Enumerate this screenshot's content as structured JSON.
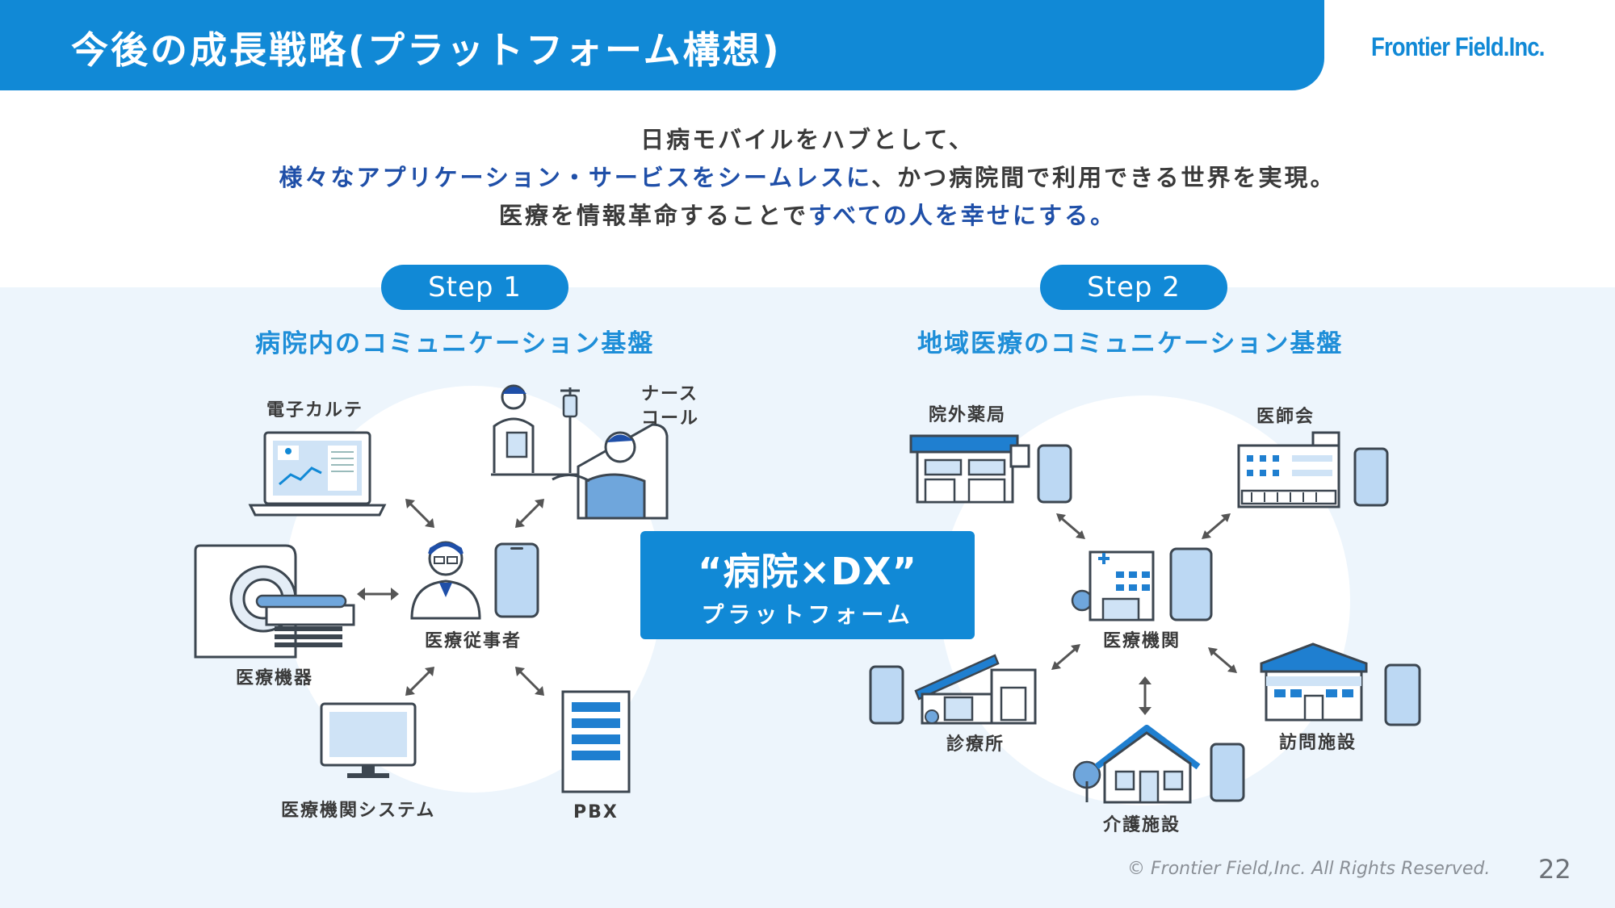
{
  "header": {
    "title": "今後の成長戦略(プラットフォーム構想)"
  },
  "logo": {
    "text": "Frontier Field.Inc."
  },
  "intro": {
    "line1": "日病モバイルをハブとして、",
    "line2_em": "様々なアプリケーション・サービスをシームレスに",
    "line2_rest": "、かつ病院間で利用できる世界を実現。",
    "line3_start": "医療を情報革命することで",
    "line3_em": "すべての人を幸せにする。"
  },
  "step1": {
    "pill": "Step 1",
    "subtitle": "病院内のコミュニケーション基盤",
    "nodes": {
      "ehr": "電子カルテ",
      "nurse_call": "ナース\nコール",
      "staff": "医療従事者",
      "equipment": "医療機器",
      "system": "医療機関システム",
      "pbx": "PBX"
    }
  },
  "step2": {
    "pill": "Step 2",
    "subtitle": "地域医療のコミュニケーション基盤",
    "nodes": {
      "pharmacy": "院外薬局",
      "medical_assoc": "医師会",
      "institution": "医療機関",
      "clinic": "診療所",
      "home_visit": "訪問施設",
      "care": "介護施設"
    }
  },
  "center": {
    "main": "“病院×DX”",
    "sub": "プラットフォーム"
  },
  "footer": {
    "copyright": "© Frontier Field,Inc. All Rights Reserved.",
    "page": "22"
  },
  "colors": {
    "primary": "#1189d6",
    "emphasis": "#1f4fa8",
    "device_fill": "#bcd8f3",
    "line": "#3c4650"
  },
  "icons": [
    "laptop-chart-icon",
    "nurse-patient-icon",
    "doctor-icon",
    "smartphone-icon",
    "mri-scanner-icon",
    "monitor-icon",
    "server-rack-icon",
    "pharmacy-building-icon",
    "office-building-icon",
    "hospital-building-icon",
    "clinic-house-icon",
    "care-home-icon",
    "facility-building-icon",
    "double-arrow-icon"
  ]
}
